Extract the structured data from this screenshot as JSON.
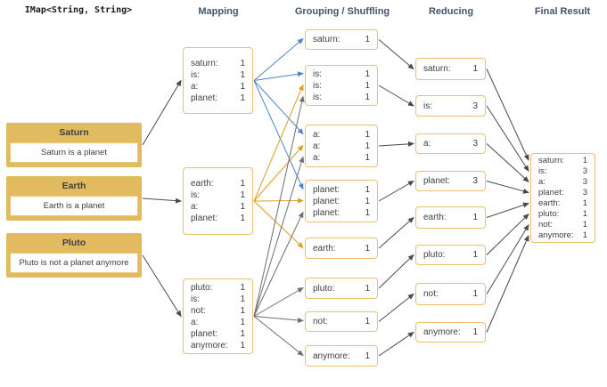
{
  "diagram": {
    "source_type_label": "IMap<String, String>",
    "column_headers": [
      "Mapping",
      "Grouping / Shuffling",
      "Reducing",
      "Final Result"
    ],
    "colors": {
      "box_border": "#e9c36a",
      "card_fill": "#e2bb60",
      "text": "#3f3f3f",
      "header_text": "#44546a",
      "arrow_blue": "#4a87c9",
      "arrow_gold": "#d7a021",
      "arrow_gray": "#6e6e6e",
      "arrow_dark": "#4a4a4a"
    },
    "sources": [
      {
        "id": "src-saturn",
        "title": "Saturn",
        "text": "Saturn is a planet"
      },
      {
        "id": "src-earth",
        "title": "Earth",
        "text": "Earth is a planet"
      },
      {
        "id": "src-pluto",
        "title": "Pluto",
        "text": "Pluto is not a planet anymore"
      }
    ],
    "mapping": [
      {
        "id": "map-saturn",
        "rows": [
          [
            "saturn:",
            "1"
          ],
          [
            "is:",
            "1"
          ],
          [
            "a:",
            "1"
          ],
          [
            "planet:",
            "1"
          ]
        ]
      },
      {
        "id": "map-earth",
        "rows": [
          [
            "earth:",
            "1"
          ],
          [
            "is:",
            "1"
          ],
          [
            "a:",
            "1"
          ],
          [
            "planet:",
            "1"
          ]
        ]
      },
      {
        "id": "map-pluto",
        "rows": [
          [
            "pluto:",
            "1"
          ],
          [
            "is:",
            "1"
          ],
          [
            "not:",
            "1"
          ],
          [
            "a:",
            "1"
          ],
          [
            "planet:",
            "1"
          ],
          [
            "anymore:",
            "1"
          ]
        ]
      }
    ],
    "grouping": [
      {
        "id": "grp-saturn",
        "rows": [
          [
            "saturn:",
            "1"
          ]
        ]
      },
      {
        "id": "grp-is",
        "rows": [
          [
            "is:",
            "1"
          ],
          [
            "is:",
            "1"
          ],
          [
            "is:",
            "1"
          ]
        ]
      },
      {
        "id": "grp-a",
        "rows": [
          [
            "a:",
            "1"
          ],
          [
            "a:",
            "1"
          ],
          [
            "a:",
            "1"
          ]
        ]
      },
      {
        "id": "grp-planet",
        "rows": [
          [
            "planet:",
            "1"
          ],
          [
            "planet:",
            "1"
          ],
          [
            "planet:",
            "1"
          ]
        ]
      },
      {
        "id": "grp-earth",
        "rows": [
          [
            "earth:",
            "1"
          ]
        ]
      },
      {
        "id": "grp-pluto",
        "rows": [
          [
            "pluto:",
            "1"
          ]
        ]
      },
      {
        "id": "grp-not",
        "rows": [
          [
            "not:",
            "1"
          ]
        ]
      },
      {
        "id": "grp-anymore",
        "rows": [
          [
            "anymore:",
            "1"
          ]
        ]
      }
    ],
    "reducing": [
      {
        "id": "red-saturn",
        "rows": [
          [
            "saturn:",
            "1"
          ]
        ]
      },
      {
        "id": "red-is",
        "rows": [
          [
            "is:",
            "3"
          ]
        ]
      },
      {
        "id": "red-a",
        "rows": [
          [
            "a:",
            "3"
          ]
        ]
      },
      {
        "id": "red-planet",
        "rows": [
          [
            "planet:",
            "3"
          ]
        ]
      },
      {
        "id": "red-earth",
        "rows": [
          [
            "earth:",
            "1"
          ]
        ]
      },
      {
        "id": "red-pluto",
        "rows": [
          [
            "pluto:",
            "1"
          ]
        ]
      },
      {
        "id": "red-not",
        "rows": [
          [
            "not:",
            "1"
          ]
        ]
      },
      {
        "id": "red-anymore",
        "rows": [
          [
            "anymore:",
            "1"
          ]
        ]
      }
    ],
    "final": {
      "id": "final",
      "rows": [
        [
          "saturn:",
          "1"
        ],
        [
          "is:",
          "3"
        ],
        [
          "a:",
          "3"
        ],
        [
          "planet:",
          "3"
        ],
        [
          "earth:",
          "1"
        ],
        [
          "pluto:",
          "1"
        ],
        [
          "not:",
          "1"
        ],
        [
          "anymore:",
          "1"
        ]
      ]
    },
    "edges": [
      {
        "from": "src-saturn",
        "to": "map-saturn",
        "color": "dark"
      },
      {
        "from": "src-earth",
        "to": "map-earth",
        "color": "dark"
      },
      {
        "from": "src-pluto",
        "to": "map-pluto",
        "color": "dark"
      },
      {
        "from": "map-saturn",
        "to": "grp-saturn",
        "color": "blue",
        "slot": 0
      },
      {
        "from": "map-saturn",
        "to": "grp-is",
        "color": "blue",
        "slot": 0
      },
      {
        "from": "map-saturn",
        "to": "grp-a",
        "color": "blue",
        "slot": 0
      },
      {
        "from": "map-saturn",
        "to": "grp-planet",
        "color": "blue",
        "slot": 0
      },
      {
        "from": "map-earth",
        "to": "grp-is",
        "color": "gold",
        "slot": 1
      },
      {
        "from": "map-earth",
        "to": "grp-a",
        "color": "gold",
        "slot": 1
      },
      {
        "from": "map-earth",
        "to": "grp-planet",
        "color": "gold",
        "slot": 1
      },
      {
        "from": "map-earth",
        "to": "grp-earth",
        "color": "gold",
        "slot": 0
      },
      {
        "from": "map-pluto",
        "to": "grp-is",
        "color": "gray",
        "slot": 2
      },
      {
        "from": "map-pluto",
        "to": "grp-a",
        "color": "gray",
        "slot": 2
      },
      {
        "from": "map-pluto",
        "to": "grp-planet",
        "color": "gray",
        "slot": 2
      },
      {
        "from": "map-pluto",
        "to": "grp-pluto",
        "color": "gray",
        "slot": 0
      },
      {
        "from": "map-pluto",
        "to": "grp-not",
        "color": "gray",
        "slot": 0
      },
      {
        "from": "map-pluto",
        "to": "grp-anymore",
        "color": "gray",
        "slot": 0
      },
      {
        "from": "grp-saturn",
        "to": "red-saturn",
        "color": "dark"
      },
      {
        "from": "grp-is",
        "to": "red-is",
        "color": "dark"
      },
      {
        "from": "grp-a",
        "to": "red-a",
        "color": "dark"
      },
      {
        "from": "grp-planet",
        "to": "red-planet",
        "color": "dark"
      },
      {
        "from": "grp-earth",
        "to": "red-earth",
        "color": "dark"
      },
      {
        "from": "grp-pluto",
        "to": "red-pluto",
        "color": "dark"
      },
      {
        "from": "grp-not",
        "to": "red-not",
        "color": "dark"
      },
      {
        "from": "grp-anymore",
        "to": "red-anymore",
        "color": "dark"
      },
      {
        "from": "red-saturn",
        "to": "final",
        "color": "dark"
      },
      {
        "from": "red-is",
        "to": "final",
        "color": "dark"
      },
      {
        "from": "red-a",
        "to": "final",
        "color": "dark"
      },
      {
        "from": "red-planet",
        "to": "final",
        "color": "dark"
      },
      {
        "from": "red-earth",
        "to": "final",
        "color": "dark"
      },
      {
        "from": "red-pluto",
        "to": "final",
        "color": "dark"
      },
      {
        "from": "red-not",
        "to": "final",
        "color": "dark"
      },
      {
        "from": "red-anymore",
        "to": "final",
        "color": "dark"
      }
    ]
  }
}
